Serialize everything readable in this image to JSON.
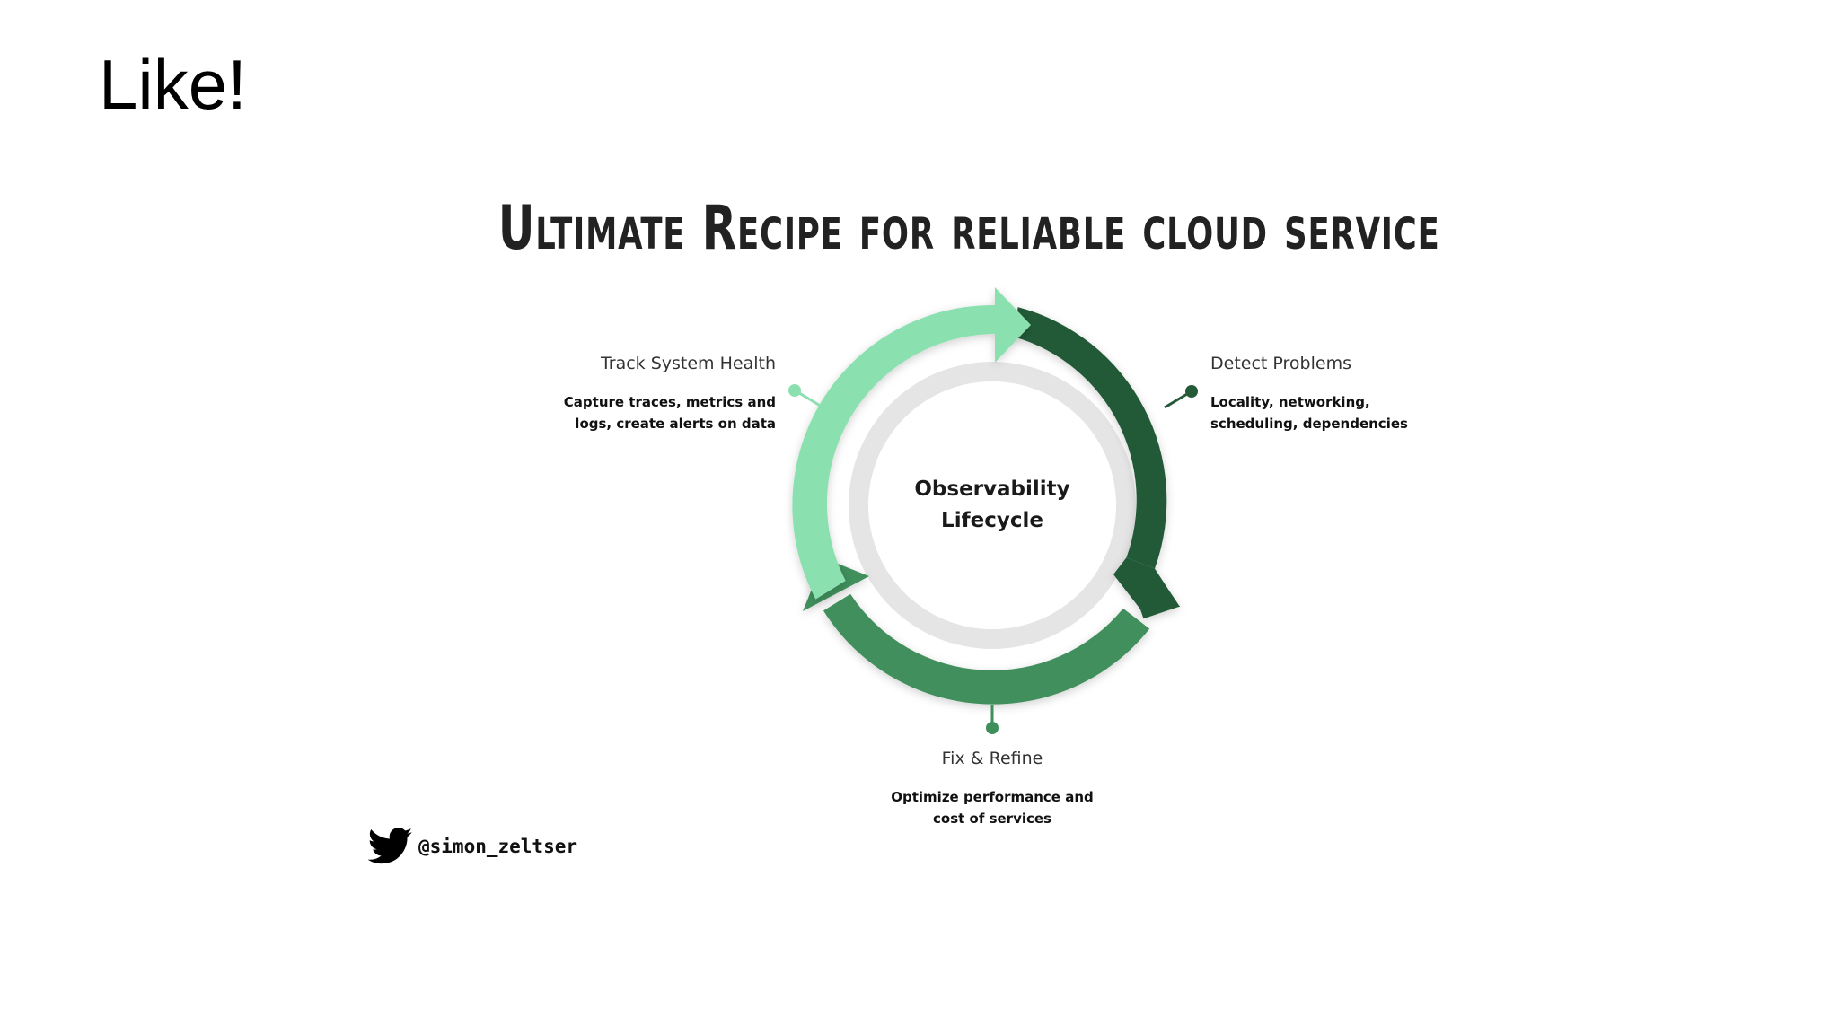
{
  "slide": {
    "title": "Like!"
  },
  "infographic": {
    "heading": "Ultimate Recipe for reliable cloud service",
    "center": {
      "line1": "Observability",
      "line2": "Lifecycle"
    },
    "stages": [
      {
        "title": "Track System Health",
        "description": "Capture traces, metrics and\nlogs, create alerts on data",
        "color": "#8be0b0"
      },
      {
        "title": "Detect Problems",
        "description": "Locality, networking,\nscheduling, dependencies",
        "color": "#245a38"
      },
      {
        "title": "Fix & Refine",
        "description": "Optimize performance and\ncost of services",
        "color": "#3f8f5b"
      }
    ],
    "credit": {
      "icon": "twitter-bird-icon",
      "handle": "@simon_zeltser"
    }
  }
}
